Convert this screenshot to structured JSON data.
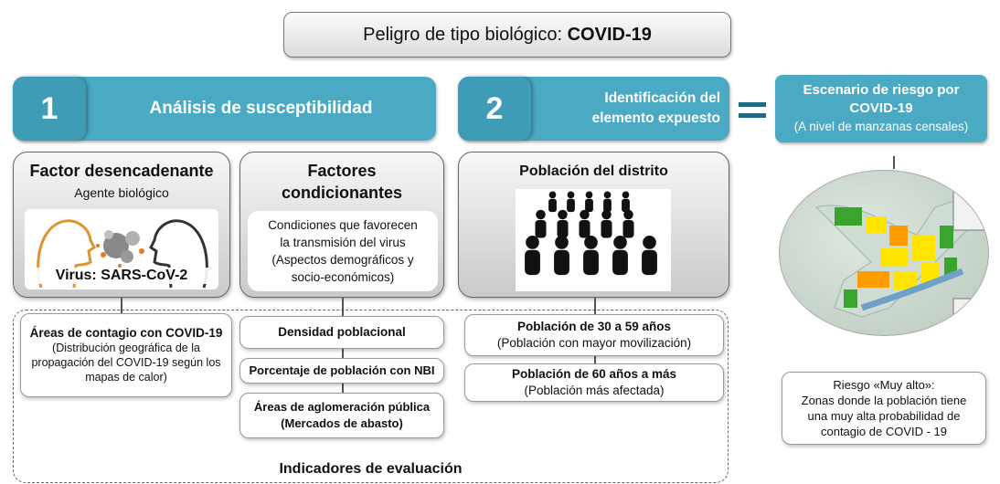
{
  "title": {
    "prefix": "Peligro de tipo biológico: ",
    "hazard": "COVID-19"
  },
  "step1": {
    "number": "1",
    "label": "Análisis de susceptibilidad"
  },
  "step2": {
    "number": "2",
    "label_line1": "Identificación del",
    "label_line2": "elemento expuesto"
  },
  "equals_symbol": "=",
  "scenario": {
    "line1": "Escenario de riesgo por",
    "line2": "COVID-19",
    "line3": "(A nivel de manzanas censales)"
  },
  "trigger_factor": {
    "title": "Factor desencadenante",
    "subtitle": "Agente biológico",
    "virus_label": "Virus: SARS-CoV-2"
  },
  "conditioning": {
    "title_line1": "Factores",
    "title_line2": "condicionantes",
    "desc_lines": [
      "Condiciones que favorecen",
      "la transmisión del virus",
      "(Aspectos demográficos y",
      "socio-económicos)"
    ]
  },
  "population": {
    "title": "Población del distrito"
  },
  "indicators": {
    "contagion": {
      "title": "Áreas de contagio con COVID-19",
      "desc_lines": [
        "(Distribución geográfica de la",
        "propagación del COVID-19 según los",
        "mapas de calor)"
      ]
    },
    "density": "Densidad poblacional",
    "nbi": "Porcentaje de población con NBI",
    "agglomeration": {
      "line1": "Áreas de aglomeración pública",
      "line2": "(Mercados de abasto)"
    },
    "pop_30_59": {
      "title": "Población de 30 a 59 años",
      "desc": "(Población con mayor movilización)"
    },
    "pop_60": {
      "title": "Población de 60 años a más",
      "desc": "(Población más afectada)"
    },
    "footer": "Indicadores de evaluación"
  },
  "risk": {
    "lines": [
      "Riesgo «Muy alto»:",
      "Zonas donde la población tiene",
      "una muy alta probabilidad de",
      "contagio de COVID - 19"
    ]
  },
  "colors": {
    "teal": "#4aaac4",
    "teal_dark": "#3f9cb7",
    "risk_yellow": "#ffe400",
    "risk_orange": "#ff9d00",
    "risk_green": "#3aa52e"
  }
}
